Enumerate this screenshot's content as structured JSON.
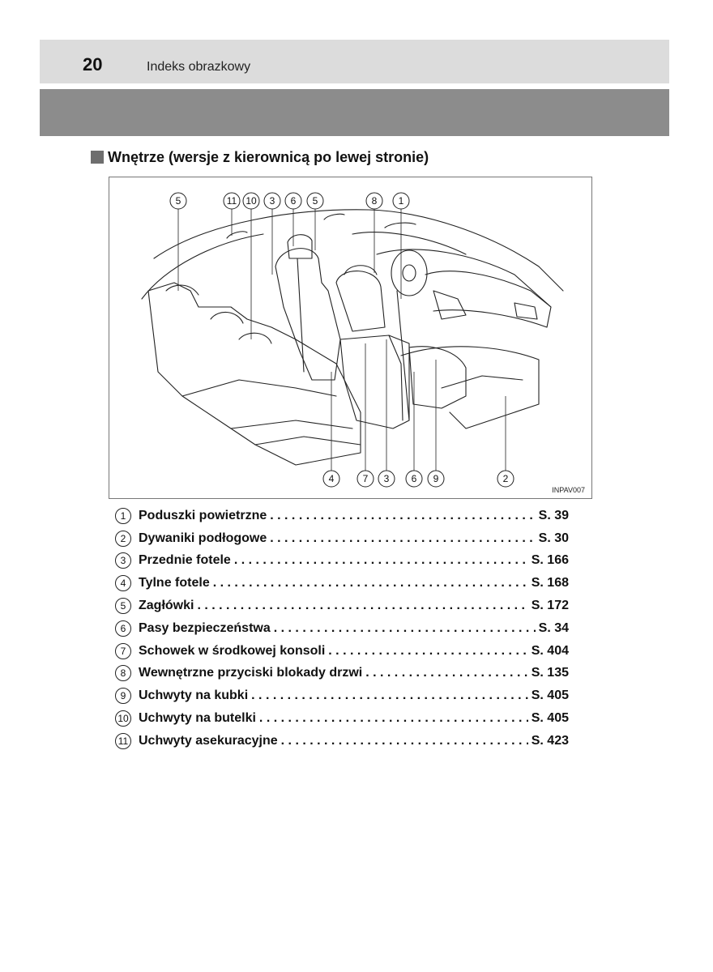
{
  "header": {
    "page_number": "20",
    "title": "Indeks obrazkowy"
  },
  "section": {
    "title": "Wnętrze (wersje z kierownicą po lewej stronie)"
  },
  "figure": {
    "code": "INPAV007",
    "callouts_top": [
      "5",
      "11",
      "10",
      "3",
      "6",
      "5",
      "8",
      "1"
    ],
    "callouts_bottom": [
      "4",
      "7",
      "3",
      "6",
      "9",
      "2"
    ]
  },
  "items": [
    {
      "num": "1",
      "label": "Poduszki powietrzne",
      "page": "S. 39"
    },
    {
      "num": "2",
      "label": "Dywaniki podłogowe",
      "page": "S. 30"
    },
    {
      "num": "3",
      "label": "Przednie fotele",
      "page": "S. 166"
    },
    {
      "num": "4",
      "label": "Tylne fotele",
      "page": "S. 168"
    },
    {
      "num": "5",
      "label": "Zagłówki",
      "page": "S. 172"
    },
    {
      "num": "6",
      "label": "Pasy bezpieczeństwa",
      "page": "S. 34"
    },
    {
      "num": "7",
      "label": "Schowek w środkowej konsoli",
      "page": "S. 404"
    },
    {
      "num": "8",
      "label": "Wewnętrzne przyciski blokady drzwi",
      "page": "S. 135"
    },
    {
      "num": "9",
      "label": "Uchwyty na kubki",
      "page": "S. 405"
    },
    {
      "num": "10",
      "label": "Uchwyty na butelki",
      "page": "S. 405"
    },
    {
      "num": "11",
      "label": "Uchwyty asekuracyjne",
      "page": "S. 423"
    }
  ]
}
